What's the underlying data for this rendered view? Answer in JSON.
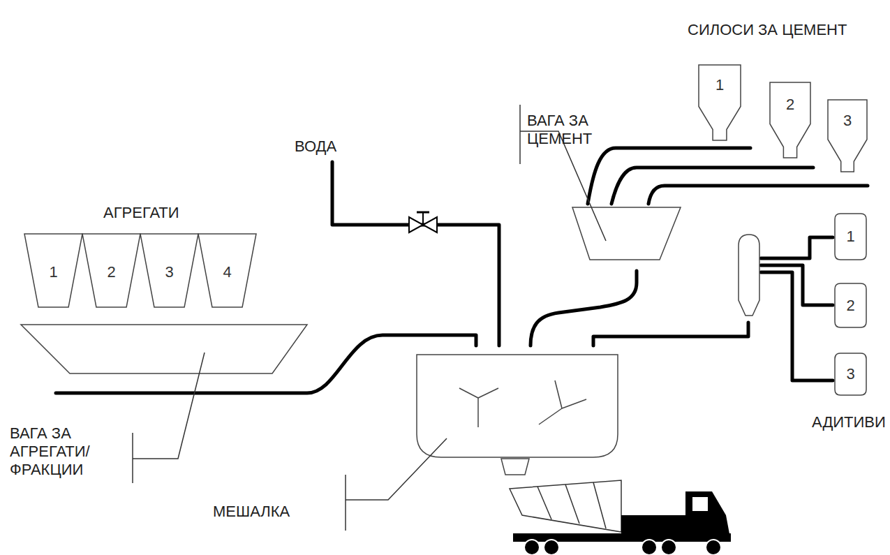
{
  "diagram": {
    "nodes": [
      {
        "text": [
          "1"
        ]
      },
      {
        "text": [
          "2"
        ]
      },
      {
        "text": [
          "3"
        ]
      },
      {
        "text": [
          "4"
        ]
      },
      {
        "text": [
          "1"
        ]
      },
      {
        "text": [
          "2"
        ]
      },
      {
        "text": [
          "3"
        ]
      },
      {
        "text": [
          "1"
        ]
      },
      {
        "text": [
          "2"
        ]
      },
      {
        "text": [
          "3"
        ]
      }
    ],
    "labels": [
      "СИЛОСИ ЗА ЦЕМЕНТ",
      "ВАГА ЗА ЦЕМЕНТ",
      "ВОДА",
      "АГРЕГАТИ",
      "ВАГА ЗА АГРЕГАТИ/ ФРАКЦИИ",
      "МЕШАЛКА",
      "АДИТИВИ"
    ]
  }
}
